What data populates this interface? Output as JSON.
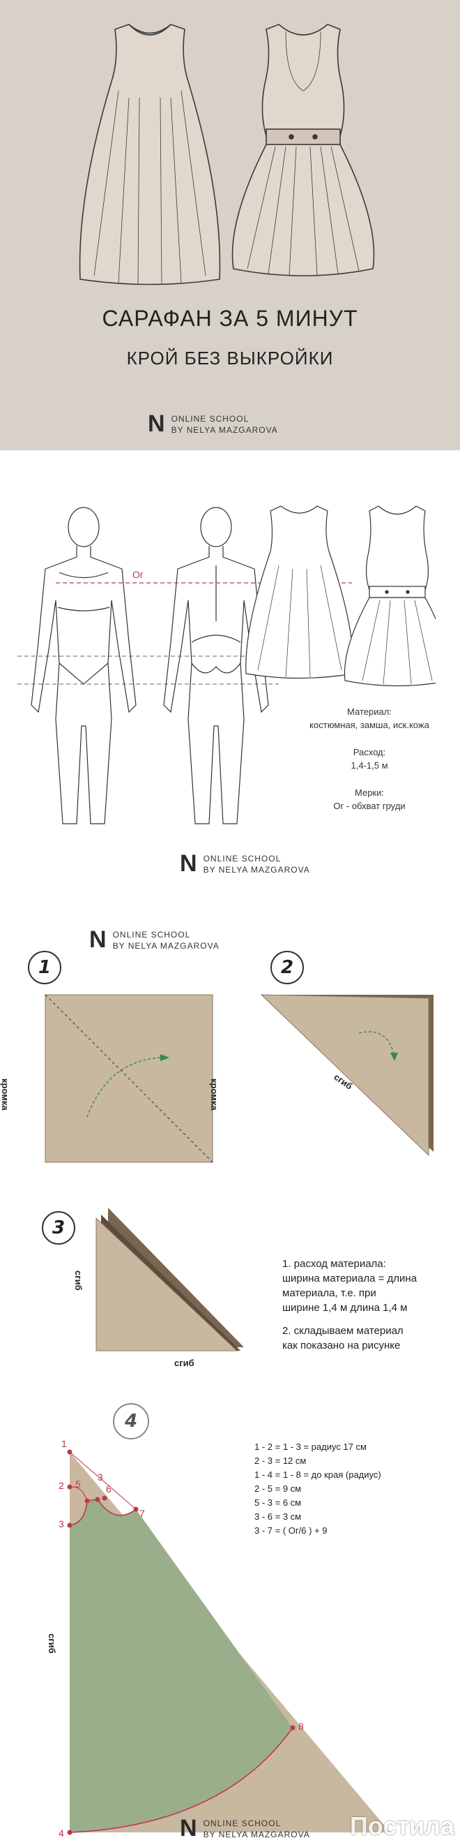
{
  "hero": {
    "title": "САРАФАН ЗА 5 МИНУТ",
    "subtitle": "КРОЙ БЕЗ ВЫКРОЙКИ"
  },
  "brand": {
    "logo": "N",
    "line1": "ONLINE SCHOOL",
    "line2": "BY NELYA MAZGAROVA"
  },
  "figure": {
    "bust_label": "Ог"
  },
  "info": {
    "material_title": "Материал:",
    "material_value": "костюмная, замша, иск.кожа",
    "consumption_title": "Расход:",
    "consumption_value": "1,4-1,5 м",
    "measures_title": "Мерки:",
    "measures_value": "Ог - обхват груди"
  },
  "steps": {
    "step1": "1",
    "step2": "2",
    "step3": "3",
    "step4": "4",
    "edge_label": "кромка",
    "fold_label": "сгиб"
  },
  "notes": {
    "n1_line1": "1. расход материала:",
    "n1_line2": "ширина материала = длина",
    "n1_line3": "материала, т.е.  при",
    "n1_line4": "ширине 1,4 м длина 1,4 м",
    "n2_line1": "2. складываем материал",
    "n2_line2": "как показано на рисунке"
  },
  "formulas": [
    "1 - 2 = 1 - 3 = радиус 17 см",
    "2 - 3  = 12 см",
    "1 - 4 = 1 - 8 =  до края  (радиус)",
    "2 - 5 = 9 см",
    "5 - 3 = 6 см",
    "3 - 6 = 3 см",
    "3 - 7 = ( Ог/6 ) + 9"
  ],
  "points": [
    "1",
    "2",
    "3",
    "4",
    "5",
    "6",
    "7",
    "8",
    "3"
  ],
  "watermark": "Постила",
  "colors": {
    "hero_bg": "#d8d1ca",
    "fabric": "#c8b8a0",
    "fabric_dark": "#7a6550",
    "pattern_green": "#9aae8c",
    "accent_red": "#c0384a",
    "arrow_green": "#2e8b57"
  }
}
